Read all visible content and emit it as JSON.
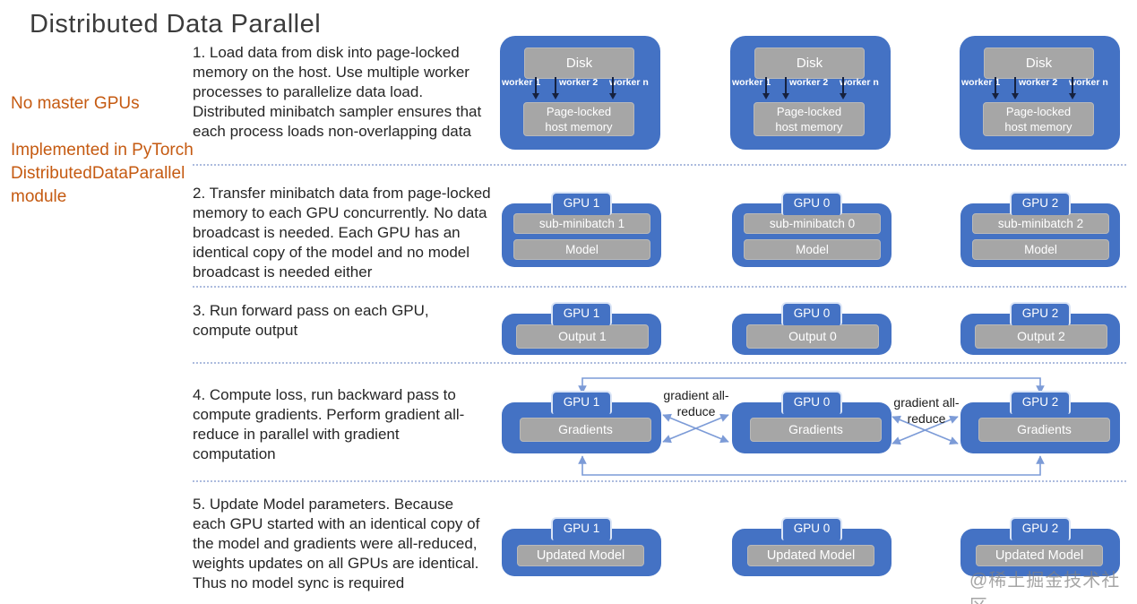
{
  "title": "Distributed Data Parallel",
  "side_notes": {
    "no_master": "No master GPUs",
    "implemented": "Implemented in PyTorch\nDistributedDataParallel\nmodule"
  },
  "steps": {
    "step1": "1. Load data from disk into page-locked\nmemory on the host. Use multiple worker\nprocesses to parallelize data load.\nDistributed minibatch sampler ensures that\neach process loads non-overlapping data",
    "step2": "2. Transfer minibatch data from page-locked\nmemory  to each GPU concurrently. No data\nbroadcast is needed. Each GPU has an\nidentical copy of the model and no model\nbroadcast is needed either",
    "step3": "3. Run forward pass on each GPU,\ncompute output",
    "step4": "4. Compute loss, run backward pass to\ncompute gradients. Perform gradient all-\nreduce in parallel with gradient\ncomputation",
    "step5": "5. Update Model parameters. Because\neach GPU started with an identical copy of\nthe model and gradients were all-reduced,\nweights updates on all GPUs are identical.\nThus no model sync is required"
  },
  "row1": {
    "columns": [
      {
        "disk": "Disk",
        "memory": "Page-locked\nhost memory",
        "workers": [
          "worker 1",
          "worker 2",
          "worker n"
        ]
      },
      {
        "disk": "Disk",
        "memory": "Page-locked\nhost memory",
        "workers": [
          "worker 1",
          "worker 2",
          "worker n"
        ]
      },
      {
        "disk": "Disk",
        "memory": "Page-locked\nhost memory",
        "workers": [
          "worker 1",
          "worker 2",
          "worker n"
        ]
      }
    ]
  },
  "row2": {
    "gpus": [
      {
        "gpu": "GPU 1",
        "minibatch": "sub-minibatch 1",
        "model": "Model"
      },
      {
        "gpu": "GPU 0",
        "minibatch": "sub-minibatch 0",
        "model": "Model"
      },
      {
        "gpu": "GPU 2",
        "minibatch": "sub-minibatch 2",
        "model": "Model"
      }
    ]
  },
  "row3": {
    "gpus": [
      {
        "gpu": "GPU 1",
        "output": "Output 1"
      },
      {
        "gpu": "GPU 0",
        "output": "Output 0"
      },
      {
        "gpu": "GPU 2",
        "output": "Output 2"
      }
    ]
  },
  "row4": {
    "gpus": [
      {
        "gpu": "GPU 1",
        "box": "Gradients"
      },
      {
        "gpu": "GPU 0",
        "box": "Gradients"
      },
      {
        "gpu": "GPU 2",
        "box": "Gradients"
      }
    ],
    "allreduce": [
      "gradient all-\nreduce",
      "gradient all-\nreduce"
    ]
  },
  "row5": {
    "gpus": [
      {
        "gpu": "GPU 1",
        "box": "Updated Model"
      },
      {
        "gpu": "GPU 0",
        "box": "Updated Model"
      },
      {
        "gpu": "GPU 2",
        "box": "Updated Model"
      }
    ]
  },
  "watermark": "@稀土掘金技术社区",
  "colors": {
    "box_blue": "#4472C4",
    "box_gray": "#A6A6A6",
    "accent_orange": "#C55A11",
    "arrow_blue": "#7C9BD7",
    "worker_arrow": "#16213e"
  }
}
